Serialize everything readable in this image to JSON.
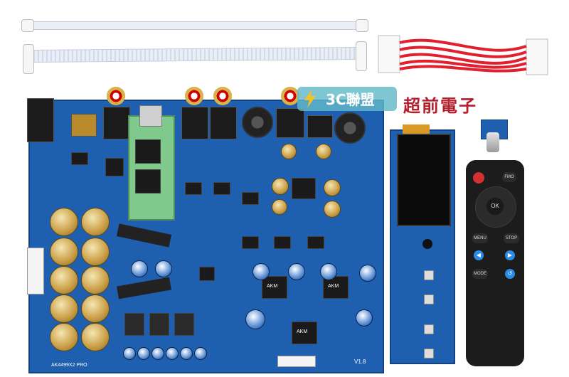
{
  "watermark": {
    "logo_text": "3C聯盟",
    "brand_text": "超前電子"
  },
  "board": {
    "model_label": "AK4499X2 PRO",
    "version_label": "V1.8",
    "chip_label_1": "AKM",
    "chip_label_2": "AKM",
    "chip_label_3": "AKM"
  },
  "remote": {
    "ok_label": "OK",
    "menu_label": "MENU",
    "stop_label": "STOP",
    "mode_label": "MODE",
    "fmo_label": "FMO"
  },
  "colors": {
    "pcb": "#1e5fb0",
    "module_green": "#7fc98d",
    "brand_red": "#b51f2d",
    "ribbon_red": "#e01f2f",
    "remote": "#1c1c1c",
    "remote_accent": "#2a8ce5"
  }
}
